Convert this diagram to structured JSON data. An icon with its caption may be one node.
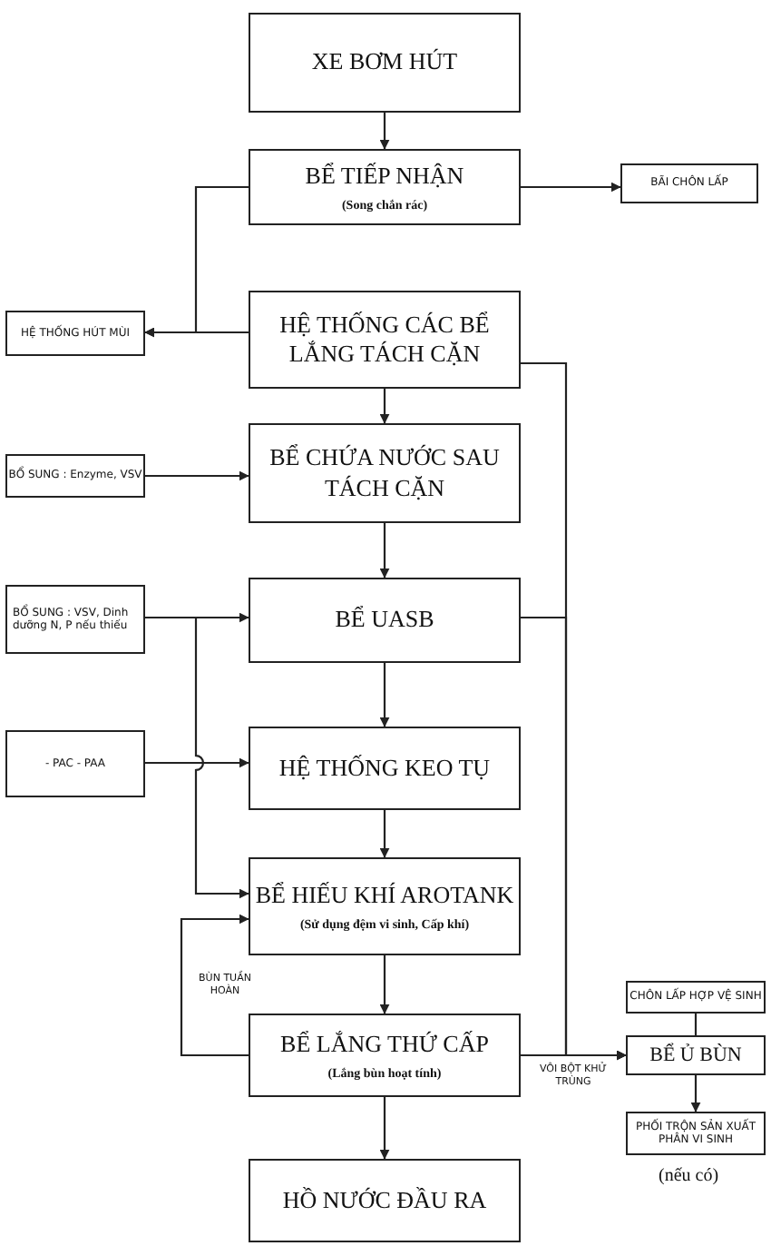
{
  "diagram": {
    "nodes": [
      {
        "text": [
          "XE BƠM HÚT"
        ]
      },
      {
        "text": [
          "BỂ TIẾP NHẬN",
          "(Song chắn rác)"
        ]
      },
      {
        "text": [
          "BÃI CHÔN LẤP"
        ]
      },
      {
        "text": [
          "HỆ THỐNG HÚT MÙI"
        ]
      },
      {
        "text": [
          "HỆ THỐNG CÁC BỂ LẮNG TÁCH CẶN"
        ]
      },
      {
        "text": [
          "BỔ SUNG : Enzyme, VSV"
        ]
      },
      {
        "text": [
          "BỂ CHỨA NƯỚC SAU TÁCH CẶN"
        ]
      },
      {
        "text": [
          "BỔ SUNG : VSV, Dinh dưỡng N, P nếu thiếu"
        ]
      },
      {
        "text": [
          "BỂ UASB"
        ]
      },
      {
        "text": [
          "- PAC - PAA"
        ]
      },
      {
        "text": [
          "HỆ THỐNG KEO TỤ"
        ]
      },
      {
        "text": [
          "BỂ HIẾU KHÍ AROTANK",
          "(Sử dụng đệm vi sinh, Cấp khí)"
        ]
      },
      {
        "text": [
          "BỂ LẮNG THỨ CẤP",
          "(Lắng bùn hoạt tính)"
        ]
      },
      {
        "text": [
          "HỒ NƯỚC ĐẦU RA"
        ]
      },
      {
        "text": [
          "CHÔN LẤP HỢP VỆ SINH"
        ]
      },
      {
        "text": [
          "BỂ Ủ BÙN"
        ]
      },
      {
        "text": [
          "PHỐI TRỘN SẢN XUẤT PHÂN VI SINH"
        ],
        "beside": [
          "(nếu có)"
        ]
      }
    ],
    "edges": [
      {
        "from": 0,
        "to": 1,
        "arrow": "to"
      },
      {
        "from": 1,
        "to": 2,
        "arrow": "to"
      },
      {
        "from": 1,
        "to": 3,
        "arrow": "to"
      },
      {
        "from": 4,
        "to": 3,
        "arrow": "to"
      },
      {
        "from": 4,
        "to": 6,
        "arrow": "to"
      },
      {
        "from": 5,
        "to": 6,
        "arrow": "to"
      },
      {
        "from": 6,
        "to": 8,
        "arrow": "to"
      },
      {
        "from": 7,
        "to": 8,
        "arrow": "to"
      },
      {
        "from": 7,
        "to": 11,
        "arrow": "to"
      },
      {
        "from": 8,
        "to": 10,
        "arrow": "to"
      },
      {
        "from": 9,
        "to": 10,
        "arrow": "to"
      },
      {
        "from": 10,
        "to": 11,
        "arrow": "to"
      },
      {
        "from": 11,
        "to": 12,
        "arrow": "to"
      },
      {
        "from": 12,
        "to": 11,
        "arrow": "to",
        "label": "BÙN TUẦN HOÀN"
      },
      {
        "from": 12,
        "to": 13,
        "arrow": "to"
      },
      {
        "from": 12,
        "to": 15,
        "arrow": "to",
        "label": "VÔI BỘT KHỬ TRÙNG"
      },
      {
        "from": 4,
        "to": 15,
        "arrow": "to"
      },
      {
        "from": 8,
        "to": 15,
        "arrow": "to"
      },
      {
        "from": 14,
        "to": 15,
        "arrow": "none"
      },
      {
        "from": 15,
        "to": 16,
        "arrow": "to"
      }
    ]
  }
}
